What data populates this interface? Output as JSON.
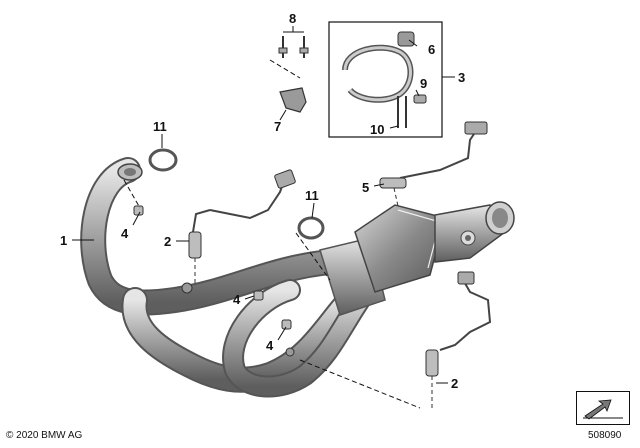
{
  "callouts": {
    "c1": "1",
    "c2a": "2",
    "c2b": "2",
    "c3": "3",
    "c4a": "4",
    "c4b": "4",
    "c4c": "4",
    "c5": "5",
    "c6": "6",
    "c7": "7",
    "c8": "8",
    "c9": "9",
    "c10": "10",
    "c11a": "11",
    "c11b": "11"
  },
  "footer": {
    "copyright": "© 2020 BMW AG",
    "ref_number": "508090"
  },
  "colors": {
    "pipe_dark": "#6b6b6b",
    "pipe_mid": "#a9a9a9",
    "pipe_light": "#dcdcdc",
    "line": "#111111"
  }
}
